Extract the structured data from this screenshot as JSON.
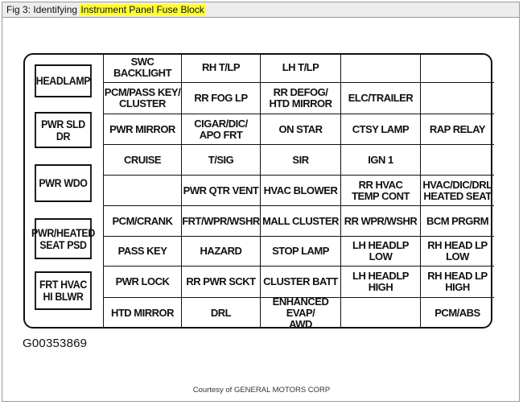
{
  "title": {
    "prefix": "Fig 3: Identifying ",
    "highlight": "Instrument Panel Fuse Block"
  },
  "side_boxes": [
    "HEADLAMP",
    "PWR SLD DR",
    "PWR WDO",
    "PWR/HEATED\nSEAT PSD",
    "FRT HVAC\nHI BLWR"
  ],
  "grid": [
    [
      "SWC BACKLIGHT",
      "RH T/LP",
      "LH T/LP",
      "",
      ""
    ],
    [
      "PCM/PASS KEY/\nCLUSTER",
      "RR FOG LP",
      "RR DEFOG/\nHTD MIRROR",
      "ELC/TRAILER",
      ""
    ],
    [
      "PWR MIRROR",
      "CIGAR/DIC/\nAPO FRT",
      "ON STAR",
      "CTSY LAMP",
      "RAP RELAY"
    ],
    [
      "CRUISE",
      "T/SIG",
      "SIR",
      "IGN 1",
      ""
    ],
    [
      "",
      "PWR QTR VENT",
      "HVAC BLOWER",
      "RR HVAC\nTEMP CONT",
      "HVAC/DIC/DRL\nHEATED SEAT"
    ],
    [
      "PCM/CRANK",
      "FRT/WPR/WSHR",
      "MALL CLUSTER",
      "RR WPR/WSHR",
      "BCM PRGRM"
    ],
    [
      "PASS KEY",
      "HAZARD",
      "STOP LAMP",
      "LH HEADLP LOW",
      "RH HEAD LP\nLOW"
    ],
    [
      "PWR LOCK",
      "RR PWR SCKT",
      "CLUSTER BATT",
      "LH HEADLP HIGH",
      "RH HEAD LP\nHIGH"
    ],
    [
      "HTD MIRROR",
      "DRL",
      "ENHANCED EVAP/\nAWD",
      "",
      "PCM/ABS"
    ]
  ],
  "figure_code": "G00353869",
  "courtesy": "Courtesy of GENERAL MOTORS CORP"
}
